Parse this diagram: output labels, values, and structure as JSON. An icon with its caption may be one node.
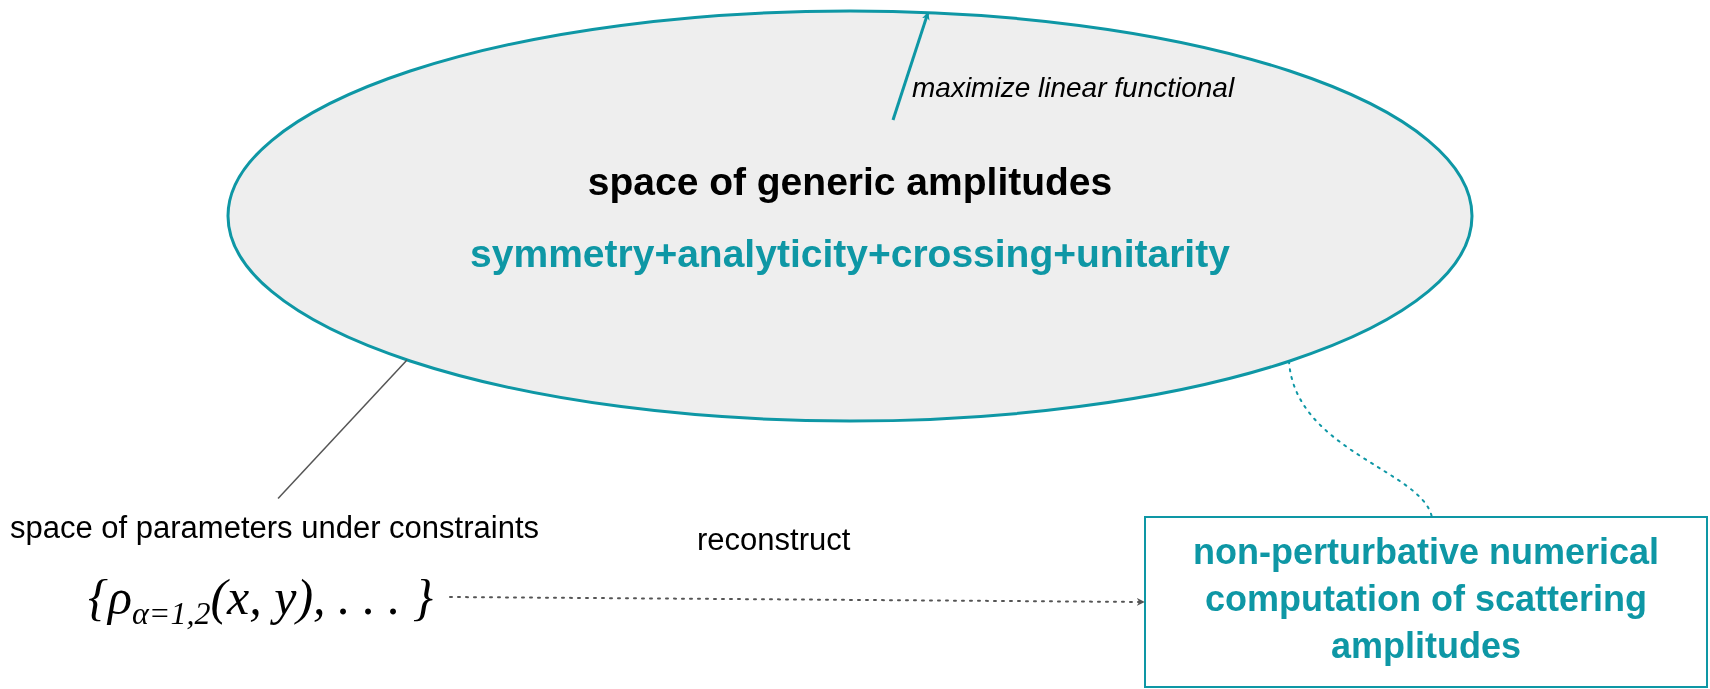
{
  "diagram": {
    "nodes": [
      {
        "text": [
          "space of generic amplitudes",
          "symmetry+analyticity+crossing+unitarity"
        ]
      },
      {
        "text": [
          "space of parameters under constraints"
        ]
      },
      {
        "text": [
          "{ρ$_{α=1,2}$(x, y), . . . }"
        ]
      },
      {
        "text": [
          "non-perturbative numerical computation of scattering amplitudes"
        ]
      }
    ],
    "edges": [
      {
        "from": null,
        "to": 0,
        "arrow": "to",
        "label": "maximize linear functional",
        "color": "#0e97a5"
      },
      {
        "from": 1,
        "to": 0,
        "arrow": "none",
        "color": "#555555"
      },
      {
        "from": 2,
        "to": 3,
        "arrow": "to",
        "label": "reconstruct",
        "style": "dashed",
        "color": "#555555"
      },
      {
        "from": 0,
        "to": 3,
        "arrow": "none",
        "style": "dashed",
        "color": "#0e97a5"
      }
    ]
  }
}
